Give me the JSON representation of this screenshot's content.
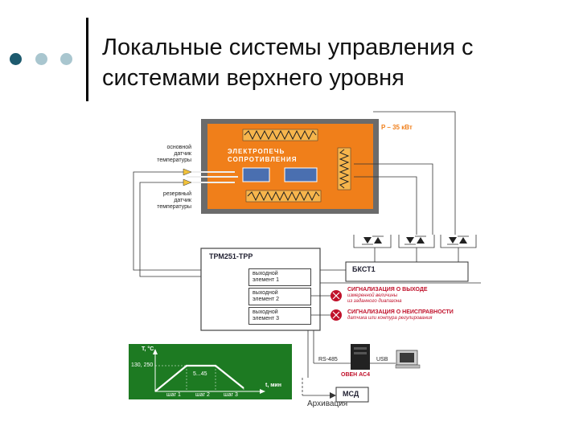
{
  "slide": {
    "title_line1": "Локальные системы управления с",
    "title_line2": "системами верхнего уровня"
  },
  "diagram": {
    "power": "P – 35 кВт",
    "furnace_line1": "ЭЛЕКТРОПЕЧЬ",
    "furnace_line2": "СОПРОТИВЛЕНИЯ",
    "sensor_main": [
      "основной",
      "датчик",
      "температуры"
    ],
    "sensor_reserve": [
      "резервный",
      "датчик",
      "температуры"
    ],
    "controller": "ТРМ251-ТРР",
    "bkst": "БКСТ1",
    "outputs": [
      [
        "выходной",
        "элемент 1"
      ],
      [
        "выходной",
        "элемент 2"
      ],
      [
        "выходной",
        "элемент 3"
      ]
    ],
    "alarm1_title": "СИГНАЛИЗАЦИЯ О ВЫХОДЕ",
    "alarm1_sub": [
      "измеренной величины",
      "из заданного диапазона"
    ],
    "alarm2_title": "СИГНАЛИЗАЦИЯ О НЕИСПРАВНОСТИ",
    "alarm2_sub": "датчика или контура регулирования",
    "rs485": "RS-485",
    "usb": "USB",
    "converter": "ОВЕН АС4",
    "msd": "МСД",
    "archive": "Архивация",
    "chart_y_label": "T, °C",
    "chart_y_values": "130, 250",
    "chart_mid": "5...45",
    "chart_x_label": "t, мин",
    "chart_steps": [
      "шаг 1",
      "шаг 2",
      "шаг 3"
    ]
  },
  "colors": {
    "dot_dark": "#1d5a6e",
    "dot_light": "#a9c6cf",
    "furnace_orange": "#f07f1a",
    "furnace_frame": "#6b6b6b",
    "chart_green": "#1d7a22",
    "alarm_red": "#c0102a"
  }
}
